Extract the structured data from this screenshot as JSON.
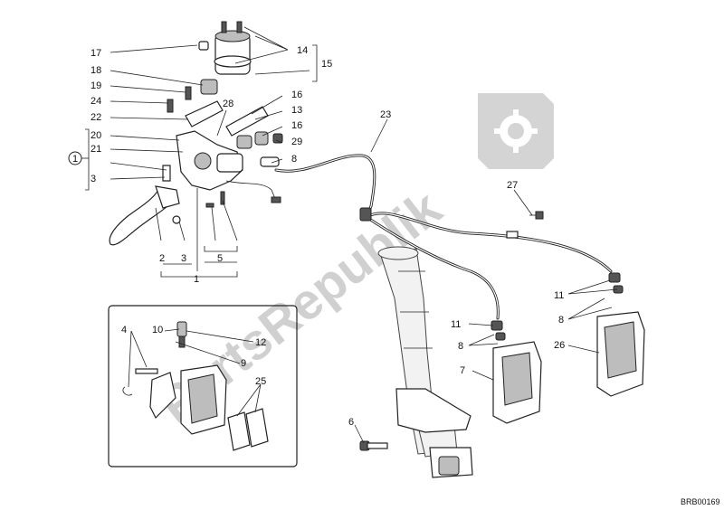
{
  "diagram": {
    "watermark": "PartsRepublik",
    "code": "BRB00169",
    "callouts": [
      "1",
      "2",
      "3",
      "4",
      "5",
      "6",
      "7",
      "8",
      "9",
      "10",
      "11",
      "12",
      "13",
      "14",
      "15",
      "16",
      "17",
      "18",
      "19",
      "20",
      "21",
      "22",
      "23",
      "24",
      "25",
      "26",
      "27",
      "28",
      "29"
    ]
  }
}
